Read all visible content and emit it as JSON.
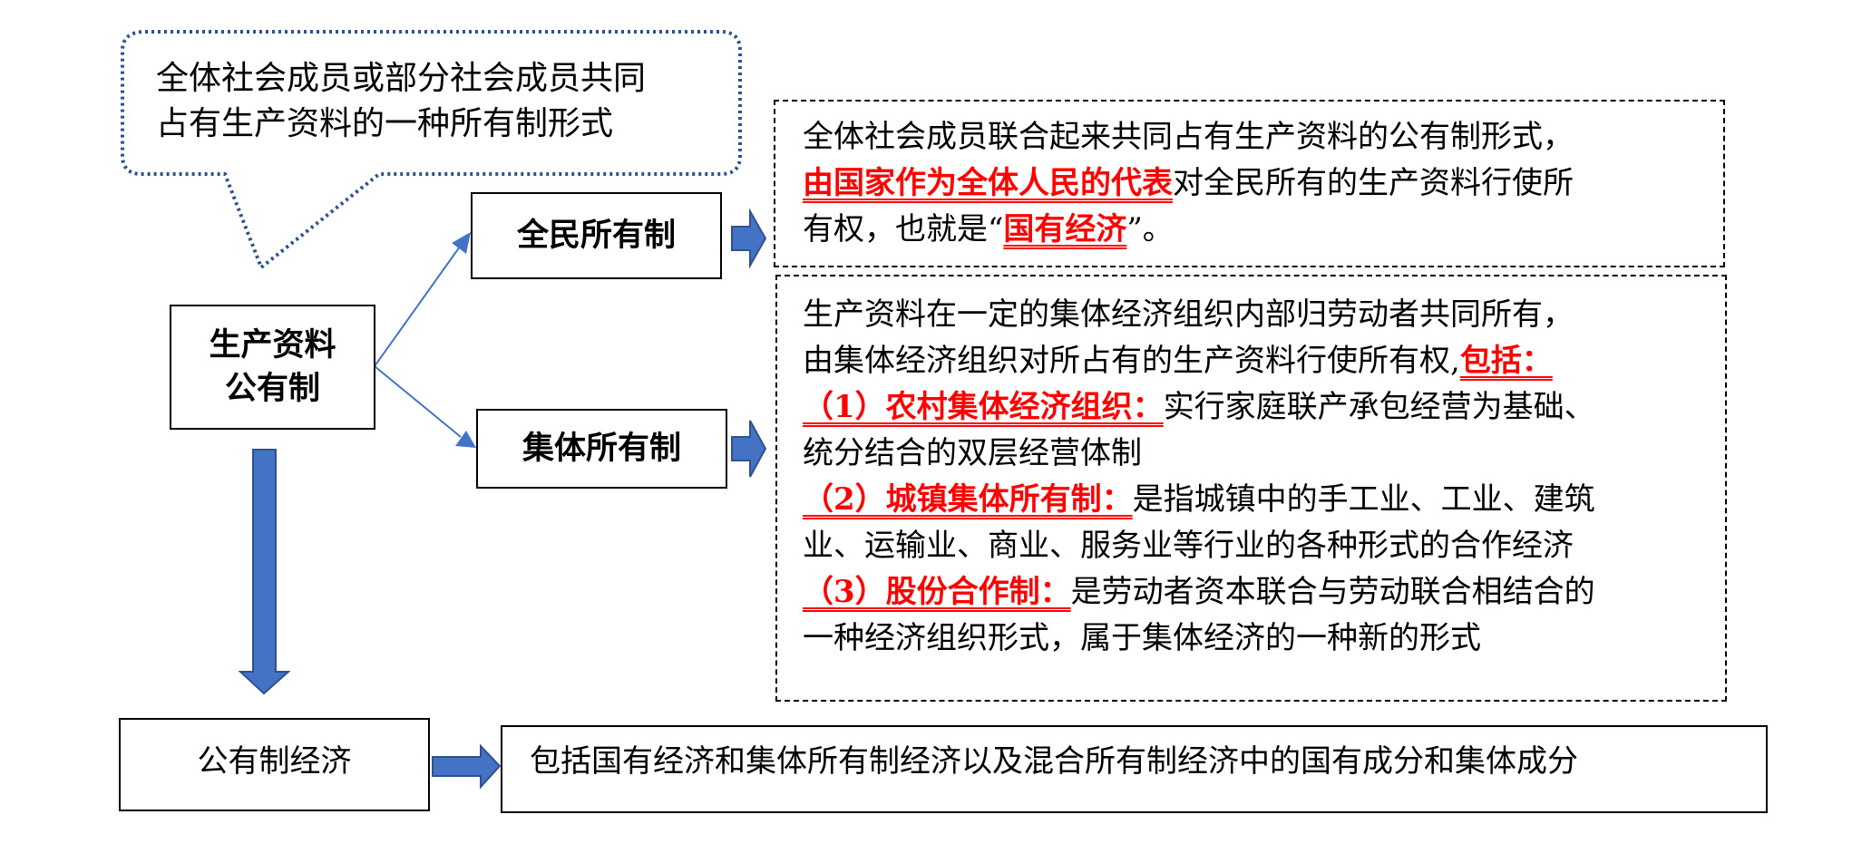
{
  "callout": {
    "line1": "全体社会成员或部分社会成员共同",
    "line2": "占有生产资料的一种所有制形式"
  },
  "root": {
    "line1": "生产资料",
    "line2": "公有制"
  },
  "branches": [
    {
      "label": "全民所有制",
      "description": {
        "lines": [
          [
            {
              "text": "全体社会成员联合起来共同占有生产资料的公有制形式，",
              "highlight": false
            }
          ],
          [
            {
              "text": "由国家作为全体人民的代表",
              "highlight": true
            },
            {
              "text": "对全民所有的生产资料行使所",
              "highlight": false
            }
          ],
          [
            {
              "text": "有权，也就是“",
              "highlight": false
            },
            {
              "text": "国有经济",
              "highlight": true
            },
            {
              "text": "”。",
              "highlight": false
            }
          ]
        ]
      }
    },
    {
      "label": "集体所有制",
      "description": {
        "lines": [
          [
            {
              "text": "生产资料在一定的集体经济组织内部归劳动者共同所有，",
              "highlight": false
            }
          ],
          [
            {
              "text": "由集体经济组织对所占有的生产资料行使所有权,",
              "highlight": false
            },
            {
              "text": "包括：",
              "highlight": true
            }
          ],
          [
            {
              "text": "（1）农村集体经济组织：",
              "highlight": true
            },
            {
              "text": "实行家庭联产承包经营为基础、",
              "highlight": false
            }
          ],
          [
            {
              "text": "统分结合的双层经营体制",
              "highlight": false
            }
          ],
          [
            {
              "text": "（2）城镇集体所有制：",
              "highlight": true
            },
            {
              "text": "是指城镇中的手工业、工业、建筑",
              "highlight": false
            }
          ],
          [
            {
              "text": "业、运输业、商业、服务业等行业的各种形式的合作经济",
              "highlight": false
            }
          ],
          [
            {
              "text": "（3）股份合作制：",
              "highlight": true
            },
            {
              "text": "是劳动者资本联合与劳动联合相结合的",
              "highlight": false
            }
          ],
          [
            {
              "text": "一种经济组织形式，属于集体经济的一种新的形式",
              "highlight": false
            }
          ]
        ]
      }
    }
  ],
  "result": {
    "label": "公有制经济",
    "description": "包括国有经济和集体所有制经济以及混合所有制经济中的国有成分和集体成分"
  },
  "colors": {
    "arrow_fill": "#4472C4",
    "arrow_stroke": "#2F528F",
    "connector": "#4472C4",
    "callout_border": "#2F528F",
    "highlight": "#FF0000"
  }
}
